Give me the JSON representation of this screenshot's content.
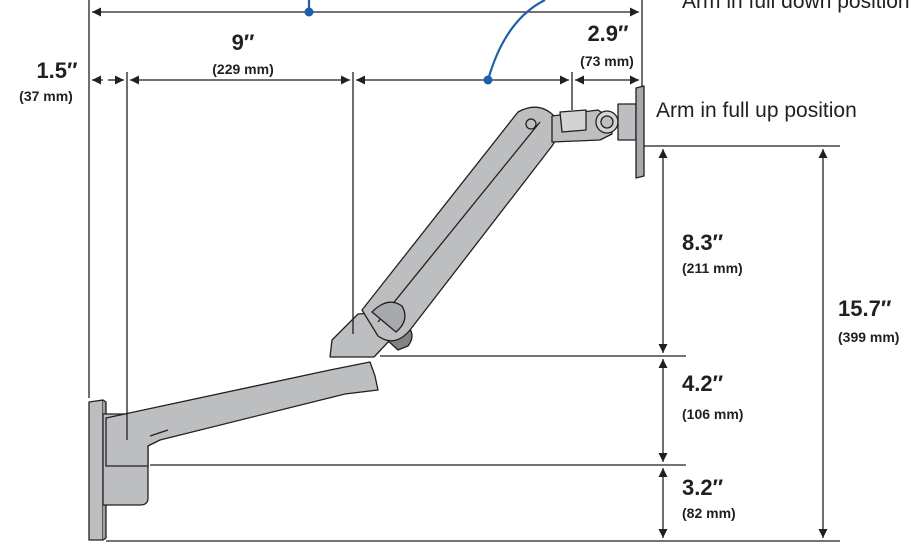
{
  "colors": {
    "line": "#231f20",
    "arm_fill": "#bcbec0",
    "callout_blue": "#1f5fa8"
  },
  "captions": {
    "full_down": "Arm in full down position",
    "full_up": "Arm in full up position"
  },
  "dimensions": {
    "wall_offset": {
      "inches": "1.5″",
      "mm": "(37 mm)"
    },
    "arm_reach": {
      "inches": "9″",
      "mm": "(229 mm)"
    },
    "tilt_offset": {
      "inches": "2.9″",
      "mm": "(73 mm)"
    },
    "upper_rise": {
      "inches": "8.3″",
      "mm": "(211 mm)"
    },
    "middle_rise": {
      "inches": "4.2″",
      "mm": "(106 mm)"
    },
    "base_height": {
      "inches": "3.2″",
      "mm": "(82 mm)"
    },
    "total_lift": {
      "inches": "15.7″",
      "mm": "(399 mm)"
    }
  }
}
